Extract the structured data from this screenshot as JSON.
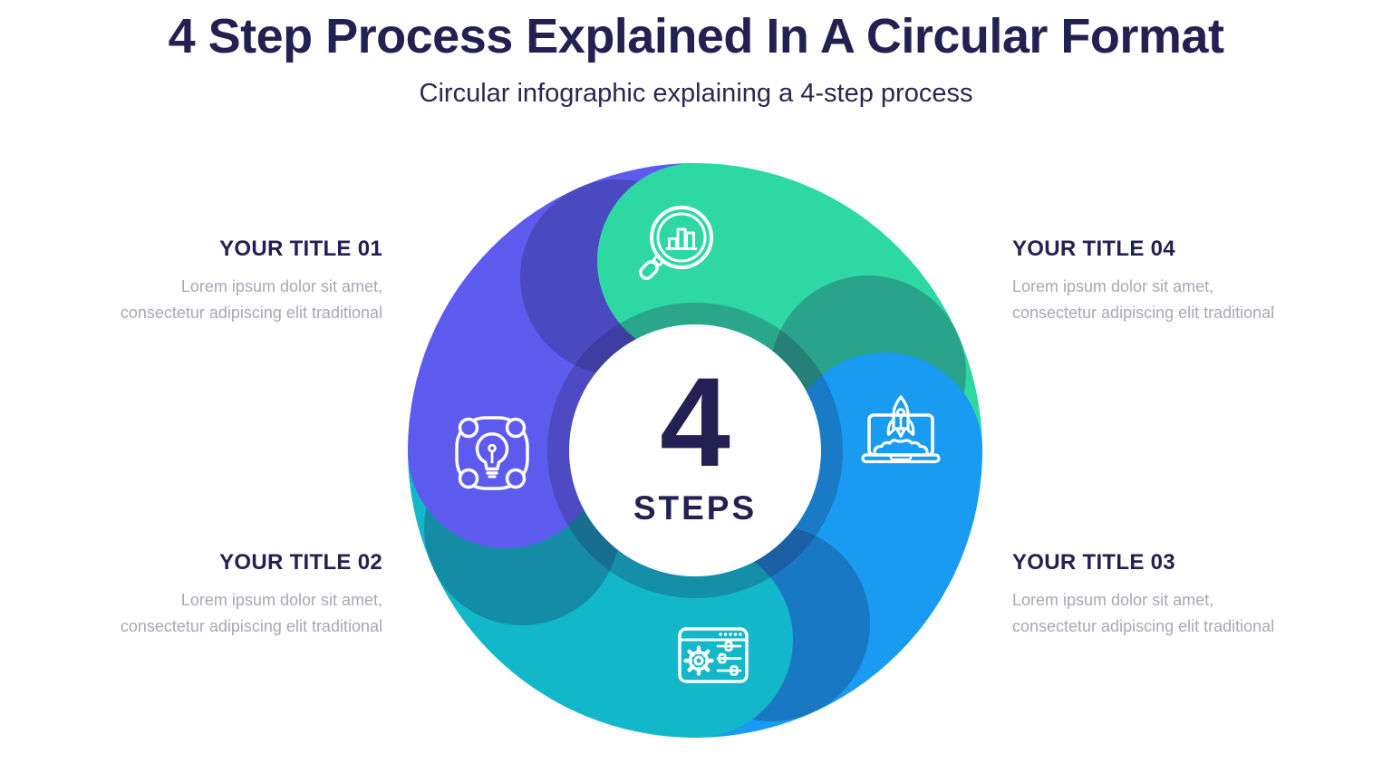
{
  "header": {
    "title": "4 Step Process Explained In A Circular Format",
    "subtitle": "Circular infographic explaining a 4-step process"
  },
  "center": {
    "number": "4",
    "label": "STEPS"
  },
  "steps": [
    {
      "id": "01",
      "title": "YOUR TITLE 01",
      "description": "Lorem ipsum dolor sit amet,\nconsectetur adipiscing elit traditional",
      "color": "#5d5bee",
      "icon": "idea-lightbulb-icon"
    },
    {
      "id": "02",
      "title": "YOUR TITLE 02",
      "description": "Lorem ipsum dolor sit amet,\nconsectetur adipiscing elit traditional",
      "color": "#12b7c9",
      "icon": "settings-sliders-icon"
    },
    {
      "id": "03",
      "title": "YOUR TITLE 03",
      "description": "Lorem ipsum dolor sit amet,\nconsectetur adipiscing elit traditional",
      "color": "#189bf1",
      "icon": "rocket-launch-icon"
    },
    {
      "id": "04",
      "title": "YOUR TITLE 04",
      "description": "Lorem ipsum dolor sit amet,\nconsectetur adipiscing elit traditional",
      "color": "#2ed8a2",
      "icon": "search-chart-icon"
    }
  ],
  "colors": {
    "background": "#ffffff",
    "navy": "#232152",
    "navy_soft": "#2a284f",
    "gray_text": "#a7a8b4",
    "purple": "#5d5bee",
    "teal": "#12b7c9",
    "blue": "#189bf1",
    "green": "#2ed8a2",
    "icon_stroke": "#ffffff"
  }
}
